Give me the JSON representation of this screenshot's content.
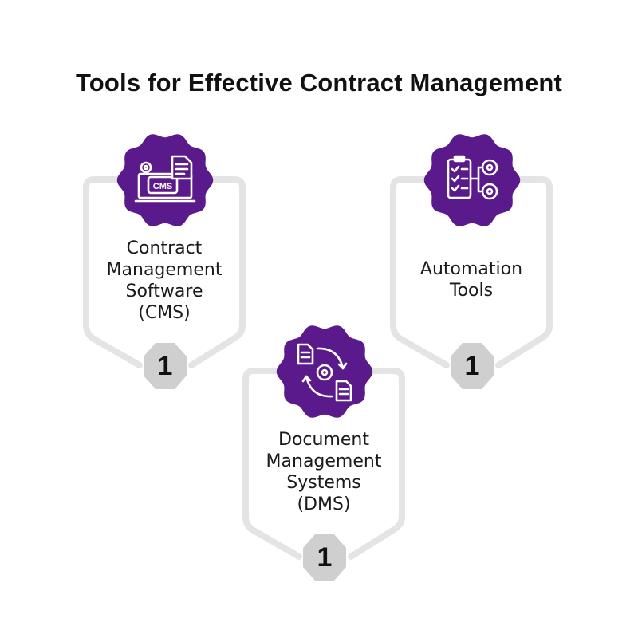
{
  "title": "Tools for Effective Contract Management",
  "colors": {
    "accent": "#5b1a8b",
    "frame": "#e4e4e4",
    "badge": "#cfcfcf",
    "text": "#111111"
  },
  "cards": [
    {
      "label_lines": [
        "Contract",
        "Management",
        "Software",
        "(CMS)"
      ],
      "number": "1",
      "icon": "cms-software-icon",
      "icon_text": "CMS"
    },
    {
      "label_lines": [
        "Automation",
        "Tools"
      ],
      "number": "1",
      "icon": "automation-checklist-gears-icon"
    },
    {
      "label_lines": [
        "Document",
        "Management",
        "Systems",
        "(DMS)"
      ],
      "number": "1",
      "icon": "document-sync-icon"
    }
  ]
}
